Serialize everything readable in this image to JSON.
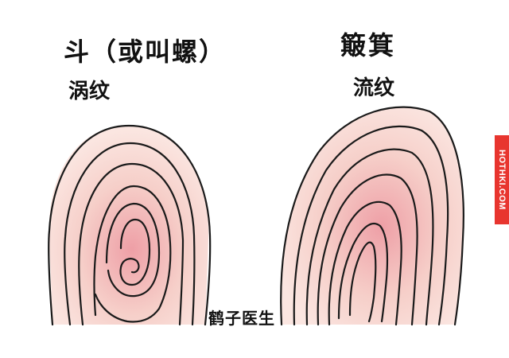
{
  "left_panel": {
    "title": "斗（或叫螺）",
    "subtitle": "涡纹"
  },
  "right_panel": {
    "title": "簸箕",
    "subtitle": "流纹"
  },
  "credit": "鹤子医生",
  "watermark": "HOTHKI.COM",
  "colors": {
    "fill_outer": "#f7d8d3",
    "fill_inner": "#ee9fa6",
    "line": "#1a1a1a",
    "watermark_bg": "#e8352f"
  },
  "icons": {
    "left": "whorl-fingerprint-icon",
    "right": "loop-fingerprint-icon"
  }
}
